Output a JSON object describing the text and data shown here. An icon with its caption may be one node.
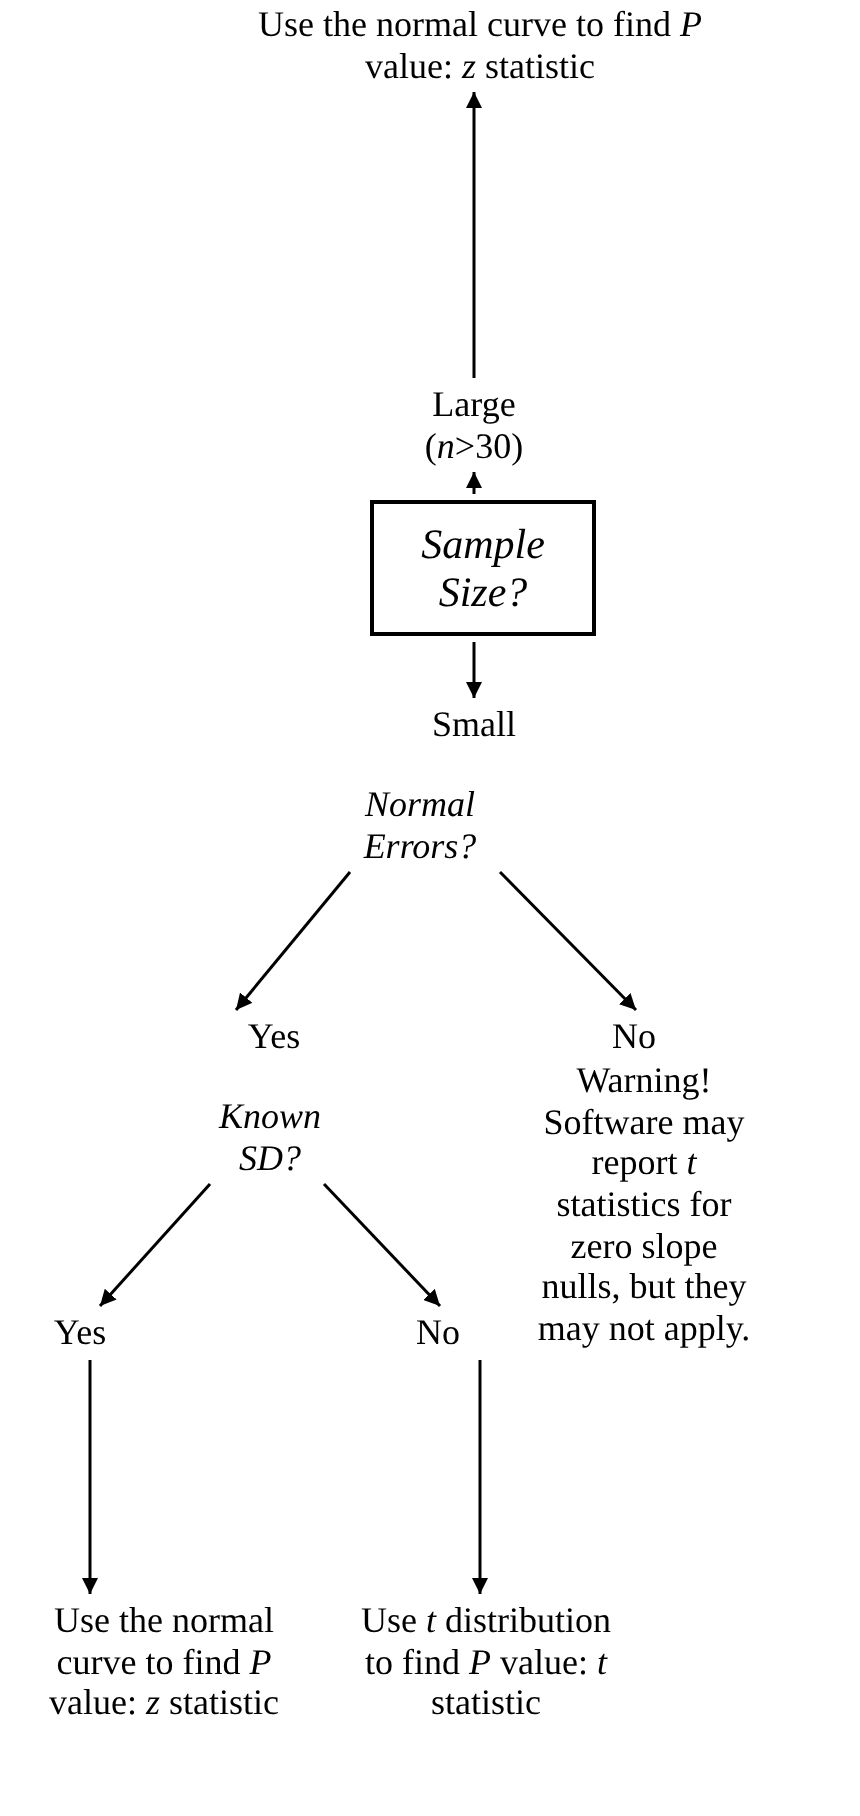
{
  "diagram": {
    "nodes": [
      {
        "text": [
          "Use the normal curve to find *P* value: *z* statistic"
        ]
      },
      {
        "text": [
          "Large (*n*>30)"
        ]
      },
      {
        "text": [
          "Sample Size?"
        ]
      },
      {
        "text": [
          "Small"
        ]
      },
      {
        "text": [
          "Normal Errors?"
        ]
      },
      {
        "text": [
          "Yes"
        ]
      },
      {
        "text": [
          "No"
        ],
        "beside": [
          "Warning! Software may report *t* statistics for zero slope nulls, but they may not apply."
        ]
      },
      {
        "text": [
          "Known SD?"
        ]
      },
      {
        "text": [
          "Yes"
        ]
      },
      {
        "text": [
          "No"
        ]
      },
      {
        "text": [
          "Use the normal curve to find *P* value: *z* statistic"
        ]
      },
      {
        "text": [
          "Use *t* distribution to find *P* value: *t* statistic"
        ]
      }
    ],
    "edges": [
      {
        "from": 2,
        "to": 1,
        "arrow": "to"
      },
      {
        "from": 1,
        "to": 0,
        "arrow": "to"
      },
      {
        "from": 2,
        "to": 3,
        "arrow": "to"
      },
      {
        "from": 4,
        "to": 5,
        "arrow": "to"
      },
      {
        "from": 4,
        "to": 6,
        "arrow": "to"
      },
      {
        "from": 7,
        "to": 8,
        "arrow": "to"
      },
      {
        "from": 7,
        "to": 9,
        "arrow": "to"
      },
      {
        "from": 8,
        "to": 10,
        "arrow": "to"
      },
      {
        "from": 9,
        "to": 11,
        "arrow": "to"
      }
    ]
  }
}
